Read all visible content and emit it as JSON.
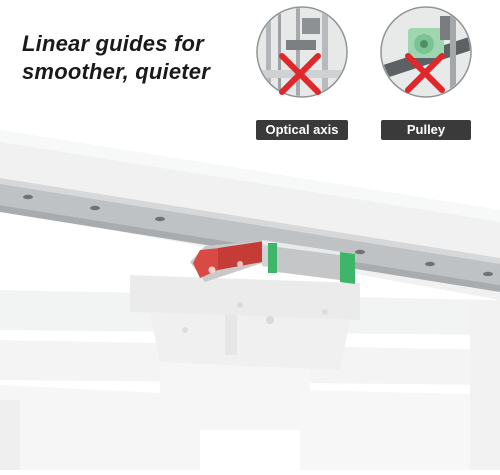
{
  "headline": {
    "line1": "Linear guides for",
    "line2": "smoother, quieter"
  },
  "comparisons": [
    {
      "label": "Optical axis",
      "icon": "cross-mark-icon"
    },
    {
      "label": "Pulley",
      "icon": "cross-mark-icon"
    }
  ],
  "colors": {
    "rail": "#c9ccce",
    "carriage_red": "#d94a44",
    "carriage_green": "#3fb56a",
    "cross": "#e0272b",
    "label_bg": "#3a3a3a"
  }
}
